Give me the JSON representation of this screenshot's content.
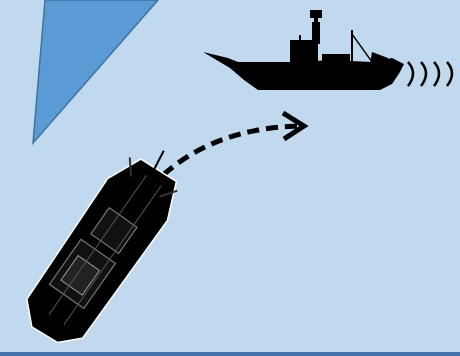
{
  "scene": {
    "background": "#c0d9ef",
    "bottom_border": "#4472a8",
    "beam_fill": "#5b9bd5",
    "beam_stroke": "#41719c",
    "vessel_color": "#000000",
    "arrow_color": "#000000"
  },
  "elements": {
    "light_beam": "sonar-beam",
    "distant_vessel": "fishing-boat-silhouette",
    "sound_waves": "radiating-arcs",
    "approach_path": "dashed-curved-arrow",
    "near_vessel": "patrol-boat-silhouette"
  }
}
